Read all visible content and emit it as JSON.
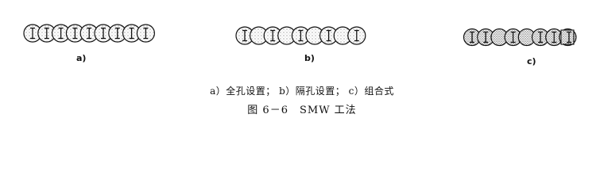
{
  "figure": {
    "title": "图 6－6　SMW 工法",
    "subcaption": "a）全孔设置；  b）隔孔设置；  c）组合式",
    "panels": [
      {
        "label": "a)",
        "kind": "full-hole",
        "piles": 9,
        "beams_in_every_pile": true
      },
      {
        "label": "b)",
        "kind": "alternate-hole",
        "piles": 9,
        "beams_in_every_other_pile": true
      },
      {
        "label": "c)",
        "kind": "combined",
        "piles": 8
      }
    ]
  }
}
